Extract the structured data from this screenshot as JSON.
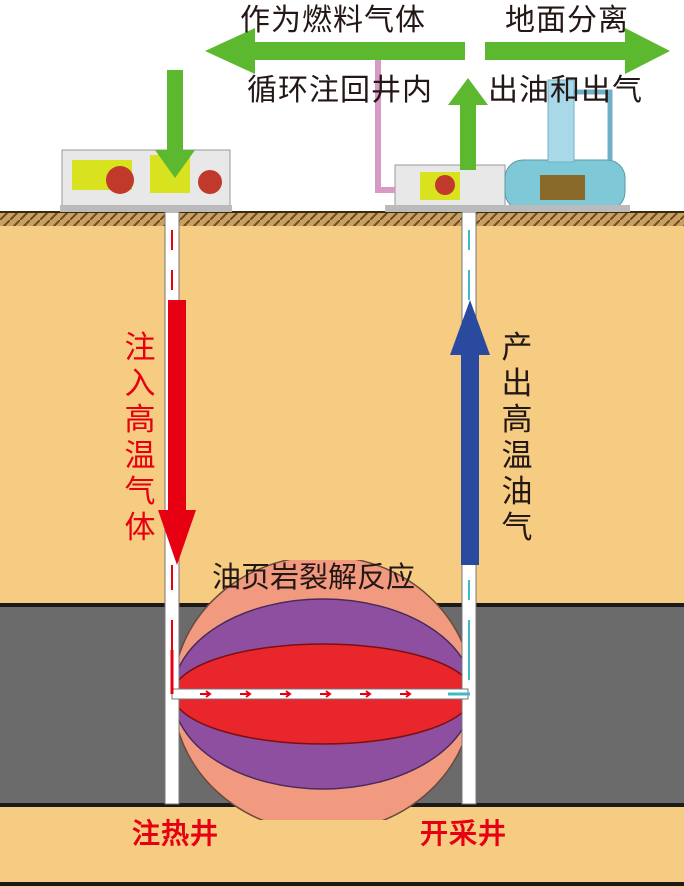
{
  "labels": {
    "fuel_gas": "作为燃料气体",
    "recycle": "循环注回井内",
    "surface_separation": "地面分离",
    "oil_gas_out": "出油和出气",
    "inject_hot_gas": "注入高温气体",
    "produce_hot_oil_gas": "产出高温油气",
    "reaction": "油页岩裂解反应",
    "injection_well": "注热井",
    "production_well": "开采井"
  },
  "colors": {
    "formation": "#f5cc82",
    "oil_shale_layer": "#6b6b6b",
    "hot_arrow": "#e60012",
    "produce_arrow": "#2a4aa0",
    "flow_arrow": "#5cb82e",
    "reaction_outer": "#f29a80",
    "reaction_mid": "#8e4fa0",
    "reaction_core": "#e8262b"
  }
}
